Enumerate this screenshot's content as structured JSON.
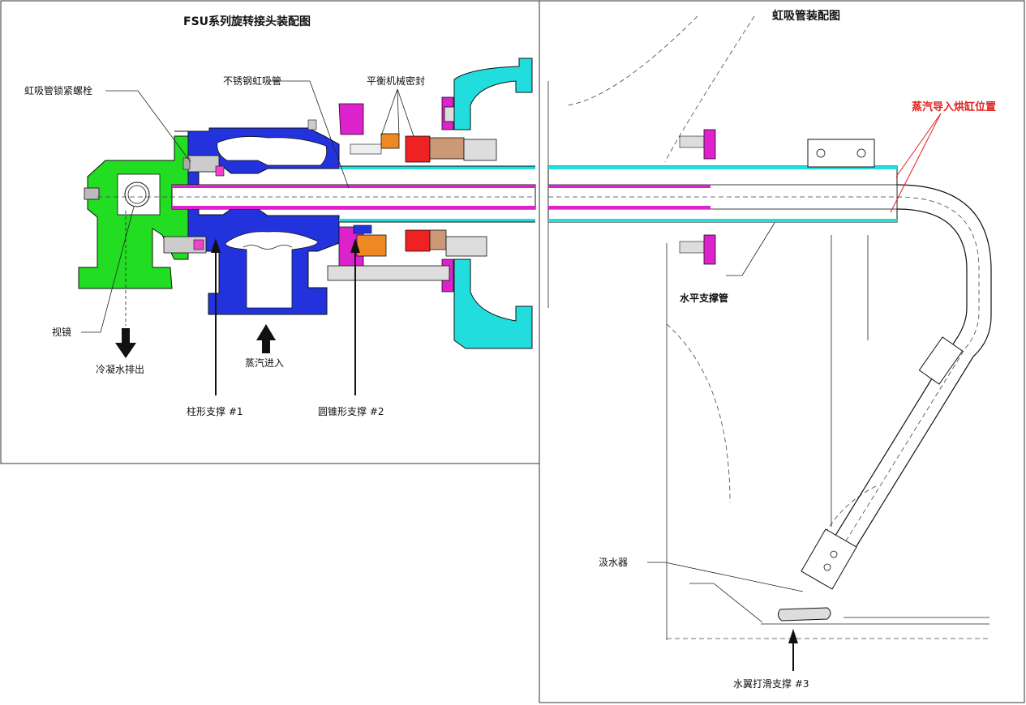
{
  "left_panel": {
    "title": "FSU系列旋转接头装配图",
    "labels": {
      "lock_bolt": "虹吸管锁紧螺栓",
      "stainless_siphon": "不锈钢虹吸管",
      "balanced_seal": "平衡机械密封",
      "sight_glass": "视镜",
      "condensate_out": "冷凝水排出",
      "steam_in": "蒸汽进入",
      "support_1": "柱形支撑 #1",
      "support_2": "圆锥形支撑 #2"
    }
  },
  "right_panel": {
    "title": "虹吸管装配图",
    "labels": {
      "steam_position": "蒸汽导入烘缸位置",
      "horizontal_tube": "水平支撑管",
      "water_absorber": "汲水器",
      "support_3": "水翼打滑支撑 #3"
    }
  },
  "colors": {
    "green": "#22dd22",
    "blue": "#2233dd",
    "cyan": "#22dddd",
    "magenta": "#dd22cc",
    "pink": "#ee44cc",
    "red": "#ee2222",
    "orange": "#ee8822",
    "tan": "#cc9977",
    "gray": "#cccccc",
    "label_red": "#e0201c"
  }
}
